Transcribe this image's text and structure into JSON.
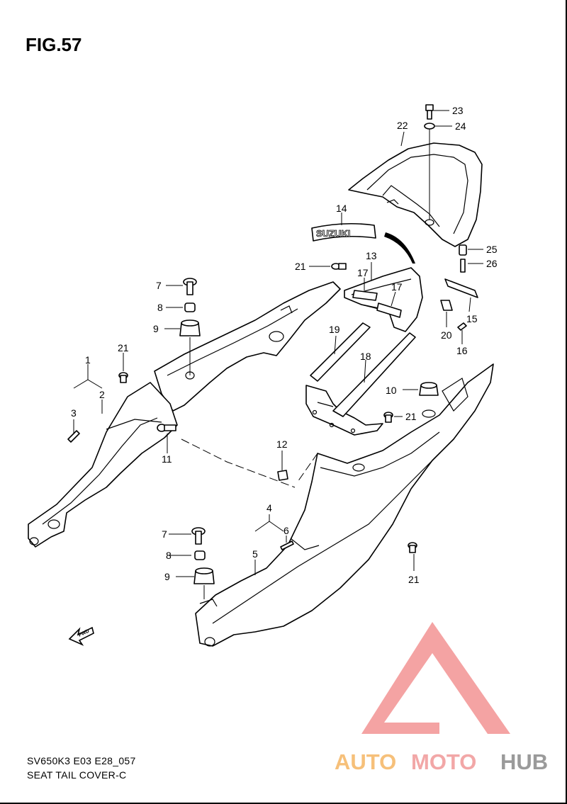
{
  "figure": {
    "title": "FIG.57",
    "model_code": "SV650K3 E03 E28_057",
    "diagram_name": "SEAT TAIL COVER-C"
  },
  "emblem": {
    "text": "SUZUKI"
  },
  "fwd_arrow": {
    "text": "FWD"
  },
  "callouts": [
    {
      "id": "c23",
      "label": "23"
    },
    {
      "id": "c24",
      "label": "24"
    },
    {
      "id": "c22",
      "label": "22"
    },
    {
      "id": "c14",
      "label": "14"
    },
    {
      "id": "c25",
      "label": "25"
    },
    {
      "id": "c26",
      "label": "26"
    },
    {
      "id": "c21a",
      "label": "21"
    },
    {
      "id": "c13",
      "label": "13"
    },
    {
      "id": "c17a",
      "label": "17"
    },
    {
      "id": "c17b",
      "label": "17"
    },
    {
      "id": "c7a",
      "label": "7"
    },
    {
      "id": "c8a",
      "label": "8"
    },
    {
      "id": "c9a",
      "label": "9"
    },
    {
      "id": "c15",
      "label": "15"
    },
    {
      "id": "c20",
      "label": "20"
    },
    {
      "id": "c16",
      "label": "16"
    },
    {
      "id": "c19",
      "label": "19"
    },
    {
      "id": "c21b",
      "label": "21"
    },
    {
      "id": "c1",
      "label": "1"
    },
    {
      "id": "c18",
      "label": "18"
    },
    {
      "id": "c2",
      "label": "2"
    },
    {
      "id": "c10",
      "label": "10"
    },
    {
      "id": "c3",
      "label": "3"
    },
    {
      "id": "c21c",
      "label": "21"
    },
    {
      "id": "c11",
      "label": "11"
    },
    {
      "id": "c12",
      "label": "12"
    },
    {
      "id": "c4",
      "label": "4"
    },
    {
      "id": "c6",
      "label": "6"
    },
    {
      "id": "c7b",
      "label": "7"
    },
    {
      "id": "c5",
      "label": "5"
    },
    {
      "id": "c8b",
      "label": "8"
    },
    {
      "id": "c21d",
      "label": "21"
    },
    {
      "id": "c9b",
      "label": "9"
    }
  ],
  "watermark": {
    "brand_part1": "AUTO",
    "brand_part2": "MOTO",
    "brand_part3": "HUB",
    "colors": {
      "triangle": "#f4a3a3",
      "orange": "#f6c07a",
      "pink": "#f2a7a7",
      "gray": "#9a9a9a"
    }
  }
}
